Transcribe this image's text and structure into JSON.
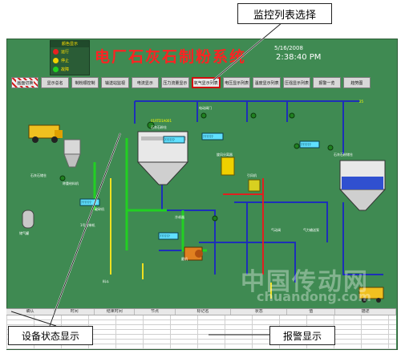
{
  "callouts": {
    "top": "监控列表选择",
    "bottom_left": "设备状态显示",
    "bottom_right": "报警显示"
  },
  "status_lights": {
    "header": "颜色显示",
    "items": [
      {
        "label": "运行",
        "color": "#e82020"
      },
      {
        "label": "停止",
        "color": "#f0d000"
      },
      {
        "label": "故障",
        "color": "#20d020"
      }
    ]
  },
  "title": "电厂石灰石制粉系统",
  "date": "5/16/2008",
  "time": "2:38:40 PM",
  "nav": [
    "画面切换",
    "显示总名",
    "制粉顺控制",
    "输送站监视",
    "电流显示",
    "压力流量显示",
    "氧气显示列表",
    "电压显示列表",
    "温度显示列表",
    "压强显示列表",
    "报警一览",
    "趋势图"
  ],
  "equipment": {
    "left_silo": "石灰石储仓",
    "weigh_feeder": "称重给料机",
    "crusher": "破碎机",
    "belt1": "1号皮带机",
    "mill_bin": "石灰石粉仓",
    "mill": "磨机",
    "separator": "旋风分离器",
    "fan": "引风机",
    "right_silo": "石灰石粉储仓",
    "air_pump": "气力输送泵",
    "valve1": "电动阀门",
    "valve2": "气动阀",
    "cooler": "冷却器",
    "hopper": "料斗",
    "gas": "储气罐",
    "readout1": "??????",
    "readout2": "??????",
    "readout3": "??????",
    "readout4": "??????",
    "readout5": "??????",
    "number_tag": "01RTD1A001",
    "count": "25"
  },
  "alarm_columns": [
    "确认",
    "时间",
    "结束时间",
    "节点",
    "标记名",
    "状态",
    "值",
    "描述"
  ],
  "watermark": {
    "cn": "中国传动网",
    "en": "chuandong.com"
  }
}
